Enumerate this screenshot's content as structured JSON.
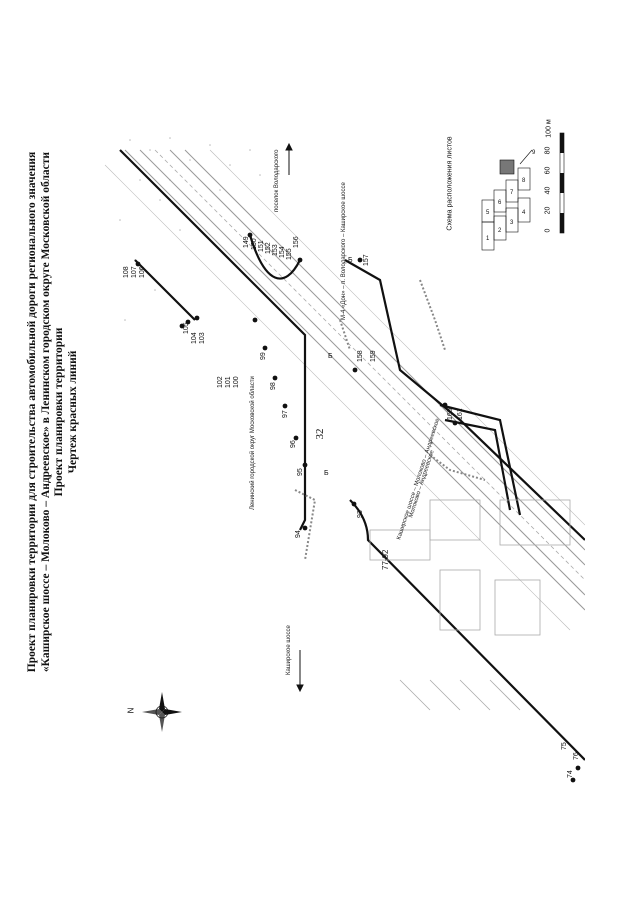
{
  "page_number": "32",
  "title": {
    "line1": "Проект планировки территории для строительства автомобильной дороги регионального значения",
    "line2": "«Каширское шоссе – Молоково – Андреевское» в Ленинском городском округе Московской области",
    "line3": "Проект планировки территории",
    "line4": "Чертеж красных линий"
  },
  "map": {
    "road_labels": [
      "Каширское шоссе – Молоково – Андреевское",
      "Молоково – Андреевское",
      "Каширское шоссе",
      "М-4 «Дон» – п. Володарского – Каширское шоссе",
      "поселок Володарского"
    ],
    "district_label": "Ленинский городской округ Московской области",
    "block_label": "77-92",
    "compass_label": "N",
    "points_left": [
      "94",
      "95",
      "96",
      "97",
      "98",
      "99",
      "100",
      "101",
      "102",
      "103",
      "104",
      "105",
      "106",
      "107",
      "108"
    ],
    "points_right": [
      "93",
      "157",
      "158",
      "159",
      "160",
      "161"
    ],
    "points_cluster": [
      "149",
      "150",
      "151",
      "152",
      "153",
      "154",
      "155",
      "156"
    ],
    "points_bottom": [
      "74",
      "75",
      "76"
    ],
    "small_marks": [
      "Б",
      "Б",
      "Б"
    ]
  },
  "legend": {
    "title": "Схема расположения листов",
    "sheets": [
      "1",
      "2",
      "3",
      "4",
      "5",
      "6",
      "7",
      "8",
      "9"
    ],
    "scale_labels": [
      "0",
      "20",
      "40",
      "60",
      "80",
      "100 м"
    ]
  }
}
